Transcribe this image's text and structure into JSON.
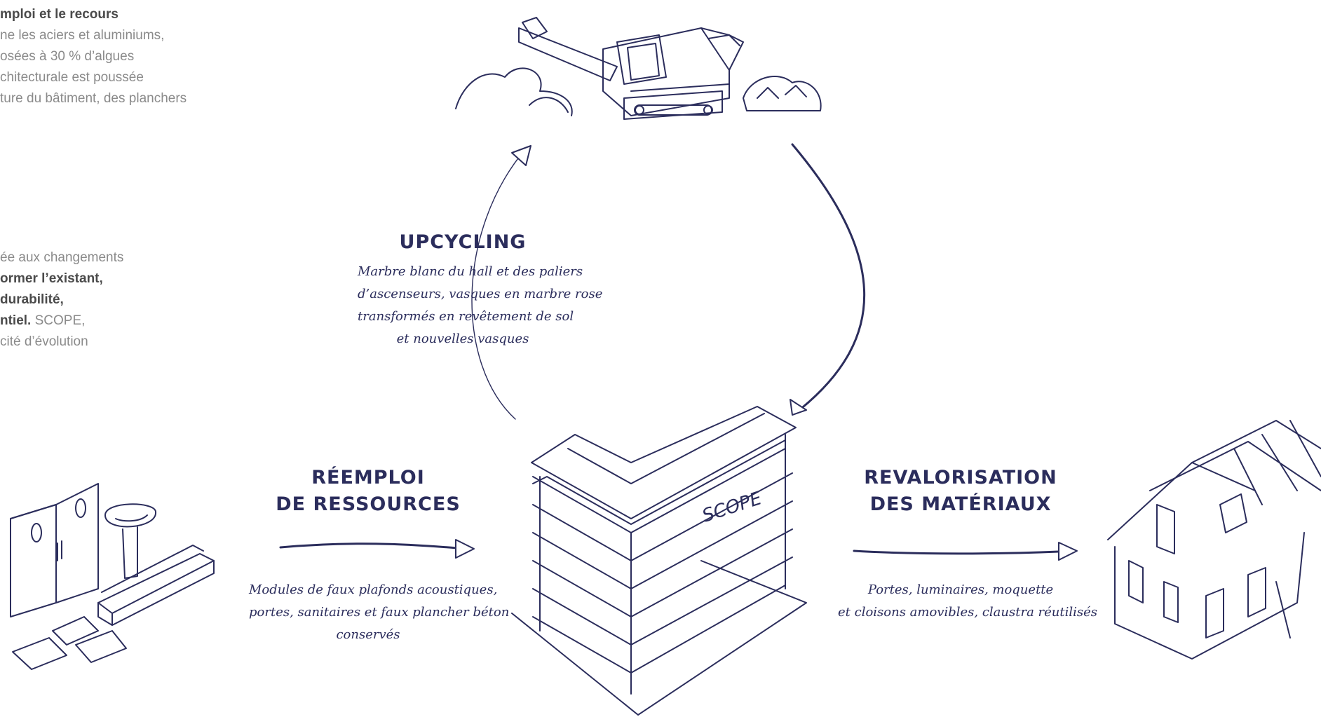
{
  "side_text": {
    "block1": [
      "mploi et le recours",
      "ne les aciers et aluminiums,",
      "osées à 30 % d’algues",
      "chitecturale est poussée",
      "ture du bâtiment, des planchers"
    ],
    "block2": [
      "ée aux changements",
      "ormer l’existant,",
      "durabilité,",
      "ntiel. SCOPE,",
      "cité d’évolution"
    ],
    "block2_partial": "ntiel.",
    "block2_rest": " SCOPE,"
  },
  "upcycling": {
    "title": "UPCYCLING",
    "lines": [
      "Marbre blanc du hall et des paliers",
      "d’ascenseurs, vasques en marbre rose",
      "transformés en revêtement de sol",
      "et nouvelles vasques"
    ]
  },
  "reemploi": {
    "title_lines": [
      "RÉEMPLOI",
      "DE RESSOURCES"
    ],
    "lines": [
      "Modules de faux plafonds acoustiques,",
      "portes, sanitaires et faux plancher béton",
      "conservés"
    ]
  },
  "revalorisation": {
    "title_lines": [
      "REVALORISATION",
      "DES MATÉRIAUX"
    ],
    "lines": [
      "Portes, luminaires, moquette",
      "et cloisons amovibles, claustra réutilisés"
    ]
  },
  "building_sign": "SCOPE",
  "colors": {
    "ink": "#2b2d5c",
    "gray_text": "#8a8a8a",
    "dark_text": "#4a4a4a"
  }
}
